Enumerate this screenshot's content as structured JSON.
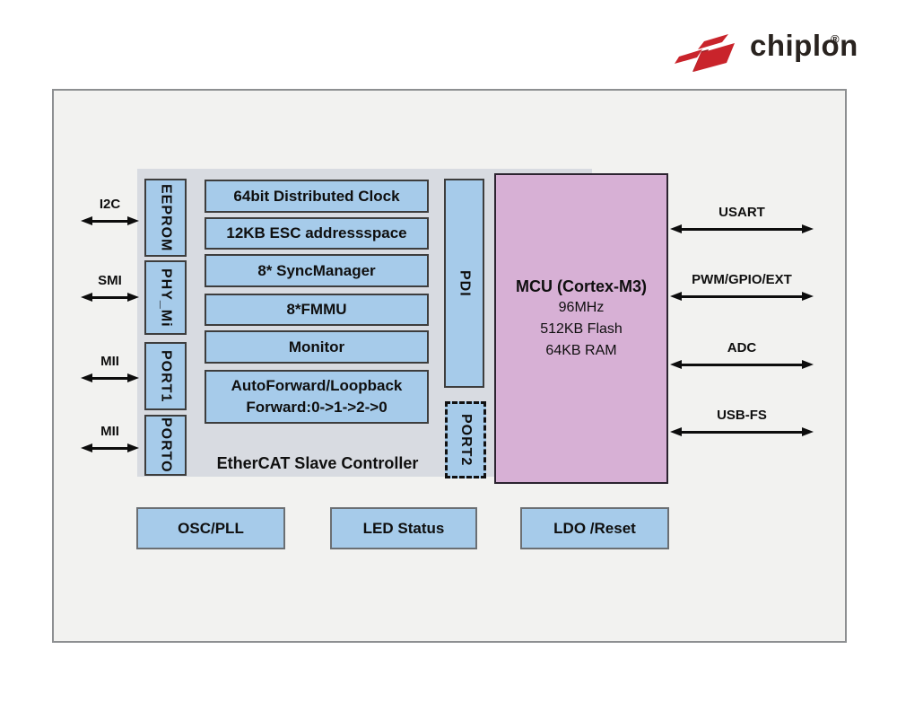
{
  "logo": {
    "brand": "chiplon",
    "registered_mark": "®"
  },
  "colors": {
    "accent_red": "#c9242b",
    "accent_red_dark": "#9e1e24",
    "block_blue": "#a6cbea",
    "mcu_pink": "#d7b0d5",
    "container_gray": "#d8dbe1",
    "panel_bg": "#f2f2f0",
    "arrow_black": "#0d0d0d"
  },
  "esc": {
    "title": "EtherCAT Slave Controller",
    "side_blocks": [
      "EEPROM",
      "PHY_Mi",
      "PORT1",
      "PORTO"
    ],
    "feature_blocks": [
      "64bit Distributed Clock",
      "12KB ESC addressspace",
      "8* SyncManager",
      "8*FMMU",
      "Monitor"
    ],
    "autoforward": {
      "line1": "AutoForward/Loopback",
      "line2": "Forward:0->1->2->0"
    },
    "pdi": "PDI",
    "port2": "PORT2"
  },
  "mcu": {
    "title": "MCU (Cortex-M3)",
    "specs": [
      "96MHz",
      "512KB Flash",
      "64KB RAM"
    ]
  },
  "left_interfaces": [
    "I2C",
    "SMI",
    "MII",
    "MII"
  ],
  "right_interfaces": [
    "USART",
    "PWM/GPIO/EXT",
    "ADC",
    "USB-FS"
  ],
  "support_blocks": [
    "OSC/PLL",
    "LED Status",
    "LDO /Reset"
  ]
}
